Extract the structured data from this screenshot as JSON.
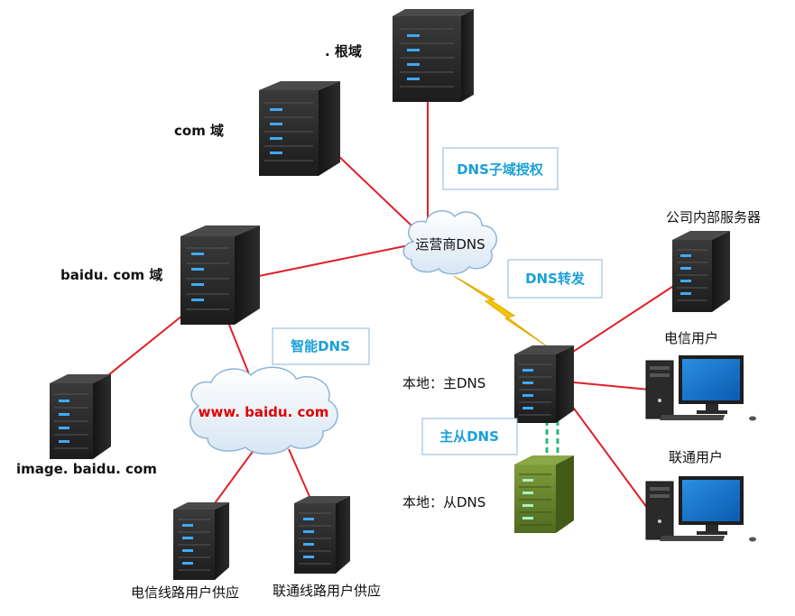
{
  "nodes": {
    "root": ". 根域",
    "com": "com  域",
    "baidu": "baidu. com 域",
    "image": "image. baidu. com",
    "isp_dns": "运营商DNS",
    "www": "www. baidu. com",
    "telecom_line": "电信线路用户供应",
    "unicom_line": "联通线路用户供应",
    "company_server": "公司内部服务器",
    "master_dns": "本地：主DNS",
    "slave_dns": "本地：从DNS",
    "telecom_user": "电信用户",
    "unicom_user": "联通用户"
  },
  "annotations": {
    "subdomain_delegation": "DNS子域授权",
    "dns_forward": "DNS转发",
    "smart_dns": "智能DNS",
    "master_slave": "主从DNS"
  },
  "colors": {
    "link": "#e0202a",
    "lightning": "#f5c400",
    "replication": "#2db87a",
    "server_dark": "#2a2a2a",
    "server_green": "#6b8b2e",
    "box_text": "#1aa0d8",
    "box_border": "#8fb4d9"
  },
  "icons": [
    "server-icon",
    "cloud-icon",
    "desktop-computer-icon",
    "lightning-icon"
  ]
}
